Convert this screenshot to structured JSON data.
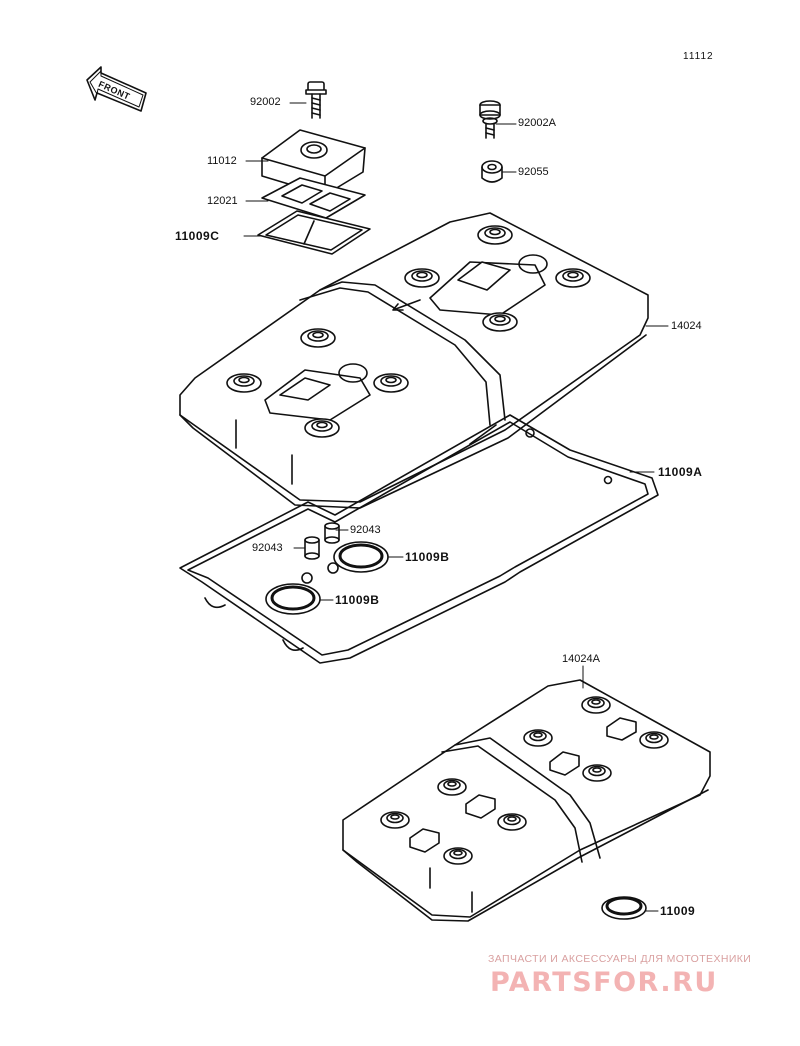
{
  "page_code": "11112",
  "front_arrow": "FRONT",
  "parts": [
    {
      "id": "92002"
    },
    {
      "id": "11012"
    },
    {
      "id": "12021"
    },
    {
      "id": "11009C"
    },
    {
      "id": "92002A"
    },
    {
      "id": "92055"
    },
    {
      "id": "14024"
    },
    {
      "id": "11009A"
    },
    {
      "id": "92043"
    },
    {
      "id": "92043"
    },
    {
      "id": "11009B"
    },
    {
      "id": "11009B"
    },
    {
      "id": "14024A"
    },
    {
      "id": "11009"
    }
  ],
  "watermark": {
    "caption": "ЗАПЧАСТИ И АКСЕССУАРЫ ДЛЯ МОТОТЕХНИКИ",
    "logo": "PARTSFOR.RU"
  }
}
